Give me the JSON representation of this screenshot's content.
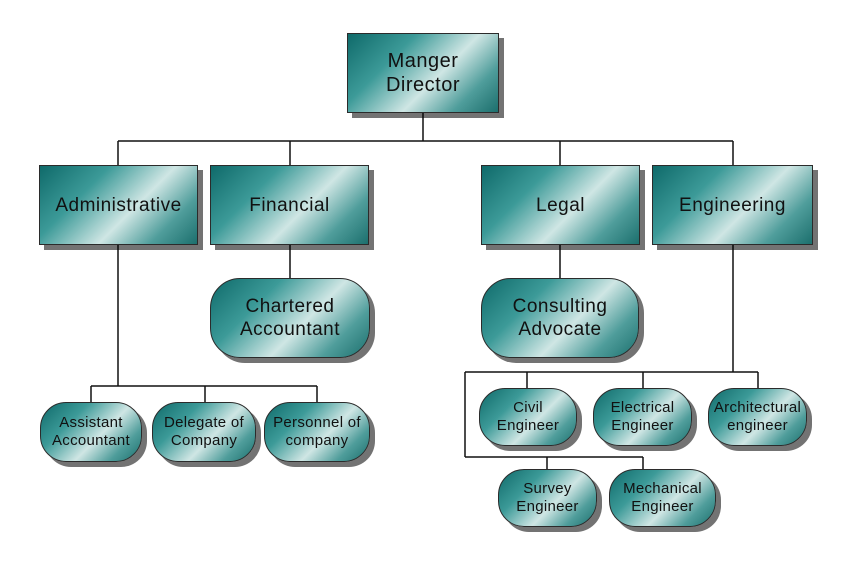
{
  "root": {
    "label": "Manger\nDirector"
  },
  "departments": [
    {
      "label": "Administrative"
    },
    {
      "label": "Financial"
    },
    {
      "label": "Legal"
    },
    {
      "label": "Engineering"
    }
  ],
  "financial_child": {
    "label": "Chartered\nAccountant"
  },
  "legal_child": {
    "label": "Consulting\nAdvocate"
  },
  "admin_staff": [
    {
      "label": "Assistant\nAccountant"
    },
    {
      "label": "Delegate of\nCompany"
    },
    {
      "label": "Personnel of\ncompany"
    }
  ],
  "engineers": [
    {
      "label": "Civil\nEngineer"
    },
    {
      "label": "Electrical\nEngineer"
    },
    {
      "label": "Architectural\nengineer"
    },
    {
      "label": "Survey\nEngineer"
    },
    {
      "label": "Mechanical\nEngineer"
    }
  ]
}
